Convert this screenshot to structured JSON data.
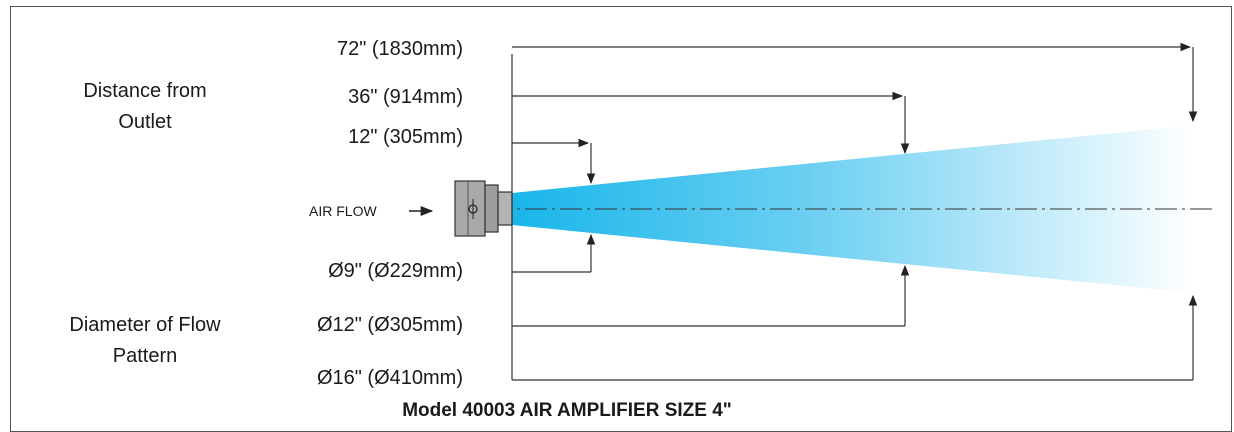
{
  "labels": {
    "distance_line1": "Distance from",
    "distance_line2": "Outlet",
    "diameter_line1": "Diameter of Flow",
    "diameter_line2": "Pattern",
    "air_flow": "AIR FLOW",
    "distances": [
      "72\" (1830mm)",
      "36\" (914mm)",
      "12\" (305mm)"
    ],
    "diameters": [
      "Ø9\" (Ø229mm)",
      "Ø12\" (Ø305mm)",
      "Ø16\" (Ø410mm)"
    ],
    "caption": "Model 40003 AIR AMPLIFIER SIZE 4\""
  },
  "colors": {
    "flow_start": "#19b6ea",
    "flow_end": "#ffffff",
    "lines": "#333333"
  }
}
